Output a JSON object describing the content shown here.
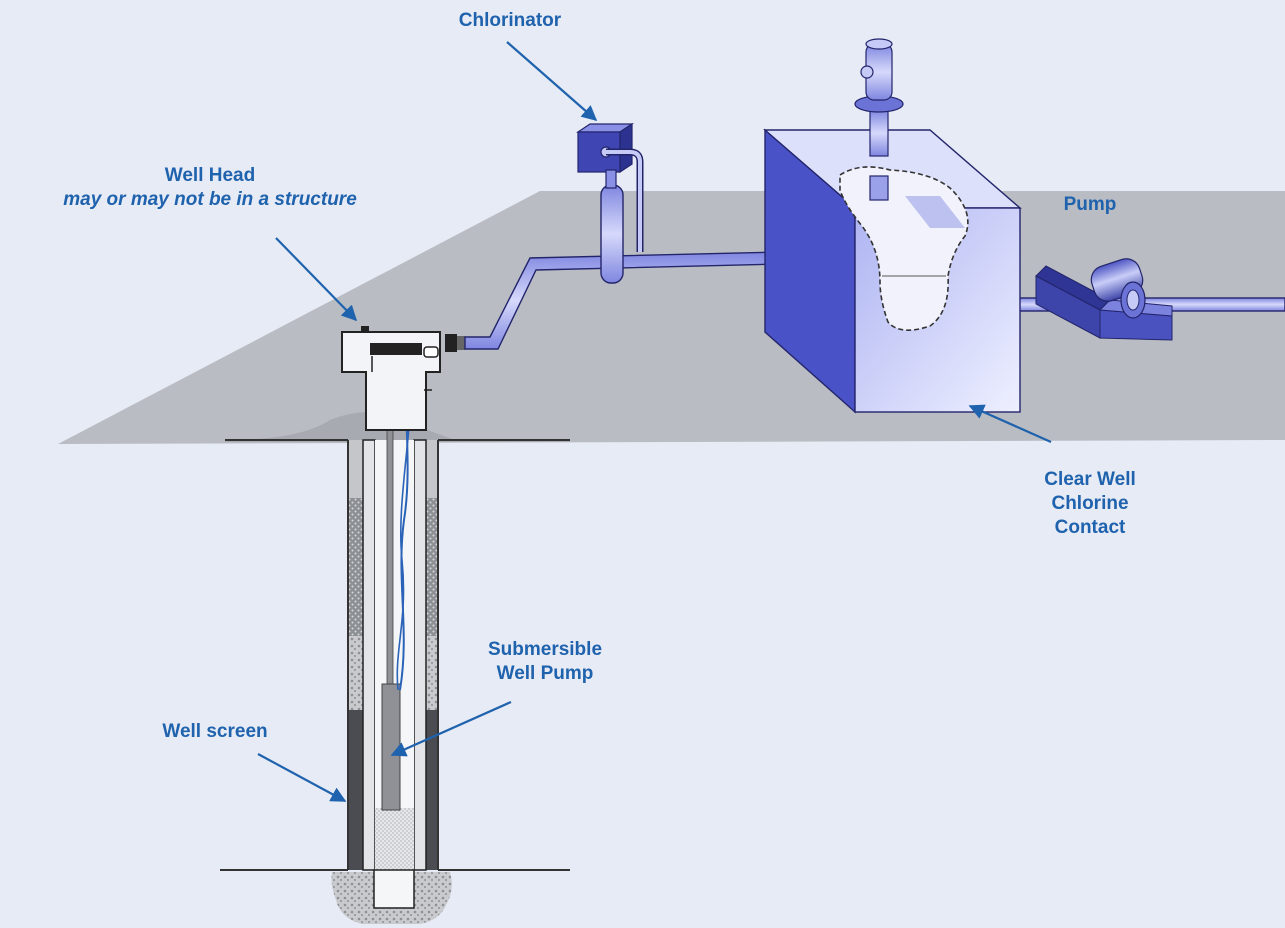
{
  "labels": {
    "chlorinator": "Chlorinator",
    "well_head": "Well Head",
    "well_head_note": "may or may not be in a structure",
    "pump": "Pump",
    "clear_well": [
      "Clear Well",
      "Chlorine",
      "Contact"
    ],
    "submersible": [
      "Submersible",
      "Well Pump"
    ],
    "well_screen": "Well screen"
  },
  "colors": {
    "background": "#e7ebf5",
    "ground": "#b9bcc2",
    "label": "#1f62ad",
    "tank": "#5a63d6",
    "pipe": "#aab0ee",
    "outline": "#23256b"
  }
}
